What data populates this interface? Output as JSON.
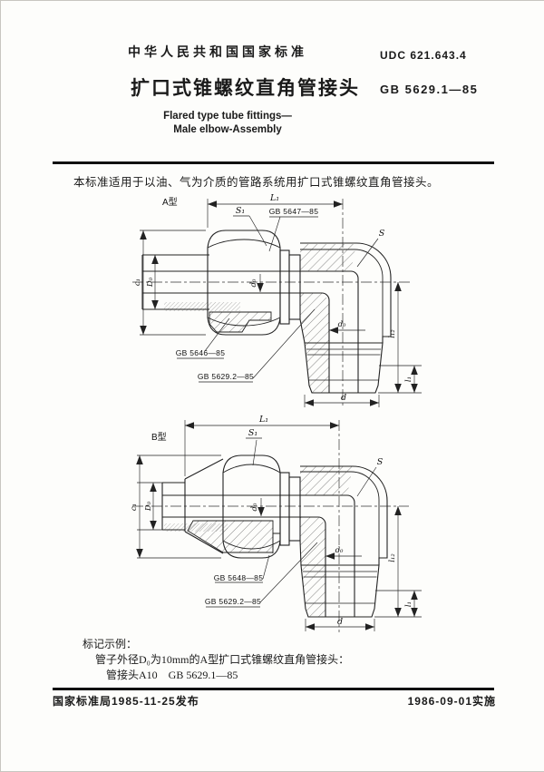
{
  "header": {
    "national_standard": "中华人民共和国国家标准",
    "udc": "UDC 621.643.4",
    "title_cn": "扩口式锥螺纹直角管接头",
    "standard_no": "GB 5629.1—85",
    "title_en_line1": "Flared type tube fittings—",
    "title_en_line2": "Male elbow-Assembly"
  },
  "body": {
    "scope": "本标准适用于以油、气为介质的管路系统用扩口式锥螺纹直角管接头。",
    "drawing_a": {
      "label": "A型",
      "dim_L1": "L₁",
      "dim_S1": "S₁",
      "dim_S": "S",
      "dim_c1": "c₁",
      "dim_D0": "D₀",
      "dim_d0_tube": "d₀",
      "dim_d0_bore": "d₀",
      "dim_l12": "l₁₂",
      "dim_l1": "l₁",
      "dim_d": "d",
      "ref_nut": "GB 5647—85",
      "ref_sleeve": "GB 5646—85",
      "ref_body": "GB 5629.2—85"
    },
    "drawing_b": {
      "label": "B型",
      "dim_L1": "L₁",
      "dim_S1": "S₁",
      "dim_S": "S",
      "dim_c1": "c₁",
      "dim_D0": "D₀",
      "dim_d0_tube": "d₀",
      "dim_d0_bore": "d₀",
      "dim_l12": "l₁₂",
      "dim_l1": "l₁",
      "dim_d": "d",
      "ref_sleeve": "GB 5648—85",
      "ref_body": "GB 5629.2—85"
    },
    "marking": {
      "heading": "标记示例：",
      "line1": "管子外径D₀为10mm的A型扩口式锥螺纹直角管接头：",
      "line2": "管接头A10　GB  5629.1—85"
    }
  },
  "footer": {
    "issued": "国家标准局1985-11-25发布",
    "effective": "1986-09-01实施"
  }
}
